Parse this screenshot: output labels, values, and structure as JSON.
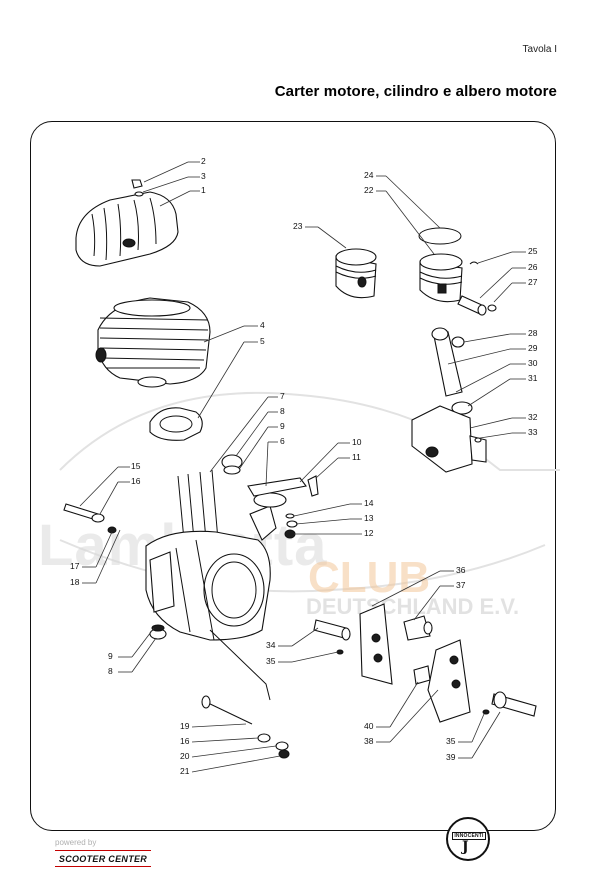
{
  "header": {
    "page_label": "Tavola I",
    "title": "Carter motore, cilindro e albero motore"
  },
  "watermark": {
    "main": "Lambretta",
    "club": "CLUB",
    "sub": "DEUTSCHLAND E.V."
  },
  "footer": {
    "powered_by": "powered by",
    "brand": "SCOOTER CENTER",
    "logo_text": "INNOCENTI"
  },
  "callouts": [
    {
      "n": "2"
    },
    {
      "n": "3"
    },
    {
      "n": "1"
    },
    {
      "n": "24"
    },
    {
      "n": "22"
    },
    {
      "n": "23"
    },
    {
      "n": "25"
    },
    {
      "n": "26"
    },
    {
      "n": "27"
    },
    {
      "n": "4"
    },
    {
      "n": "5"
    },
    {
      "n": "28"
    },
    {
      "n": "29"
    },
    {
      "n": "30"
    },
    {
      "n": "31"
    },
    {
      "n": "7"
    },
    {
      "n": "8"
    },
    {
      "n": "9"
    },
    {
      "n": "6"
    },
    {
      "n": "32"
    },
    {
      "n": "33"
    },
    {
      "n": "10"
    },
    {
      "n": "11"
    },
    {
      "n": "15"
    },
    {
      "n": "16"
    },
    {
      "n": "14"
    },
    {
      "n": "13"
    },
    {
      "n": "12"
    },
    {
      "n": "17"
    },
    {
      "n": "18"
    },
    {
      "n": "36"
    },
    {
      "n": "37"
    },
    {
      "n": "34"
    },
    {
      "n": "35"
    },
    {
      "n": "9"
    },
    {
      "n": "8"
    },
    {
      "n": "40"
    },
    {
      "n": "38"
    },
    {
      "n": "19"
    },
    {
      "n": "16"
    },
    {
      "n": "20"
    },
    {
      "n": "21"
    },
    {
      "n": "35"
    },
    {
      "n": "39"
    }
  ]
}
